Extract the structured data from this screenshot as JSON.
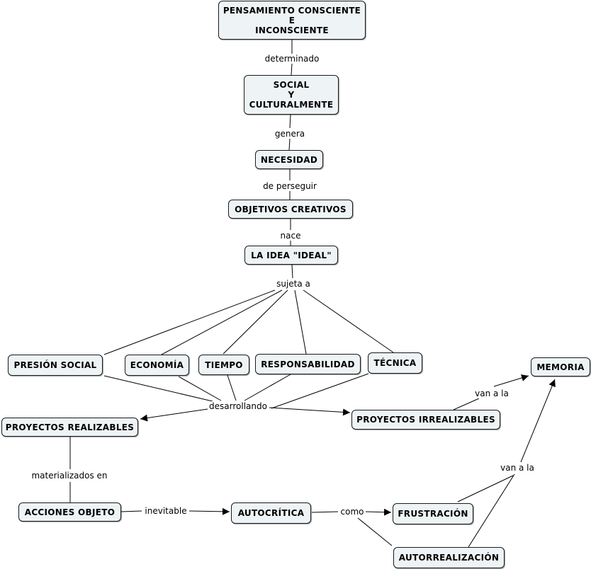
{
  "nodes": {
    "pensamiento": "PENSAMIENTO CONSCIENTE\nE\nINCONSCIENTE",
    "social": "SOCIAL\nY\nCULTURALMENTE",
    "necesidad": "NECESIDAD",
    "objetivos": "OBJETIVOS CREATIVOS",
    "idea": "LA IDEA \"IDEAL\"",
    "presion": "PRESIÓN SOCIAL",
    "economia": "ECONOMÍA",
    "tiempo": "TIEMPO",
    "responsabilidad": "RESPONSABILIDAD",
    "tecnica": "TÉCNICA",
    "realizables": "PROYECTOS REALIZABLES",
    "irrealizables": "PROYECTOS IRREALIZABLES",
    "memoria": "MEMORIA",
    "acciones": "ACCIONES OBJETO",
    "autocritica": "AUTOCRÍTICA",
    "frustracion": "FRUSTRACIÓN",
    "autorrealizacion": "AUTORREALIZACIÓN"
  },
  "links": {
    "determinado": "determinado",
    "genera": "genera",
    "de_perseguir": "de perseguir",
    "nace": "nace",
    "sujeta_a": "sujeta a",
    "desarrollando": "desarrollando",
    "van_a_la_memoria": "van a  la",
    "materializados_en": "materializados en",
    "inevitable": "inevitable",
    "como": "como",
    "van_a_la": "van a la"
  }
}
